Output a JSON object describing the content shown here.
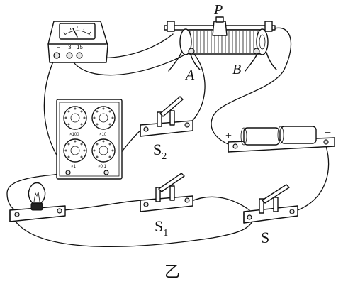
{
  "labels": {
    "slider": "P",
    "terminal_a": "A",
    "terminal_b": "B",
    "switch_s2": "S",
    "switch_s2_sub": "2",
    "switch_s1": "S",
    "switch_s1_sub": "1",
    "switch_s": "S",
    "figure": "乙"
  },
  "voltmeter": {
    "terminals": [
      "−",
      "3",
      "15"
    ]
  },
  "resistance_box": {
    "multipliers": [
      "×100",
      "×10",
      "×1",
      "×0.1"
    ]
  },
  "battery": {
    "positive": "+",
    "negative": "−"
  }
}
